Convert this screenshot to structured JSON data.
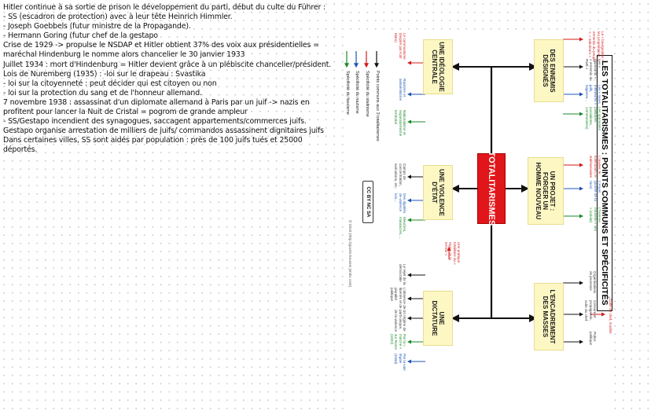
{
  "notes": [
    "Hitler continue à sa sortie de prison le développement du parti, début du culte du Führer :",
    "- SS (escadron  de protection) avec à leur tête Heinrich Himmler.",
    "- Joseph Goebbels (futur ministre de la Propagande).",
    "-  Hermann Goring (futur chef de la gestapo",
    "Crise de 1929 -> propulse le NSDAP et Hitler obtient 37% des voix aux présidentielles =",
    "maréchal Hindenburg le nomme alors chancelier le 30 janvier 1933",
    "Juillet 1934 : mort d'Hindenburg = Hitler devient grâce à un plébiscite chancelier/président.",
    "Lois de Nuremberg (1935) : -loi sur le drapeau : Svastika",
    " - loi sur la citoyenneté : peut décider qui est citoyen ou non",
    " - loi sur la protection du sang et de l'honneur allemand.",
    "7 novembre 1938 : assassinat d'un diplomate allemand à Paris par un juif -> nazis en",
    "profitent pour lancer la Nuit de Cristal = pogrom de grande ampleur",
    "- SS/Gestapo incendient des synagogues, saccagent appartements/commerces juifs.",
    "Gestapo organise arrestation de milliers de juifs/ commandos assassinent dignitaires juifs",
    "Dans certaines villes, SS sont aidés par population : près de 100 juifs tués et 25000",
    "déportés."
  ],
  "mindmap": {
    "title": "LES TOTALITARISMES : POINTS COMMUNS ET SPÉCIFICITÉS",
    "center": "TOTALITARISMES",
    "boxes": {
      "ideologie": "UNE IDÉOLOGIE CENTRALE",
      "ennemis": "DES ENNEMIS DÉSIGNÉS",
      "violence": "UNE VIOLENCE D'ÉTAT",
      "homme": "UN PROJET : FORGER UN HOMME NOUVEAU",
      "dictature": "UNE DICTATURE",
      "encadrement": "L'ENCADREMENT DES MASSES"
    },
    "legend": {
      "common": "Points communs aux 3 totalitarismes",
      "stalinism": "Spécificité du stalinisme",
      "nazism": "Spécificité du nazisme",
      "fascism": "Spécificité du fascisme"
    },
    "colors": {
      "common": "#111111",
      "stalinism": "#d51a1a",
      "nazism": "#1f54b5",
      "fascism": "#1a8a2a",
      "center": "#e0161b",
      "box": "#fdf7c3"
    },
    "leaves": {
      "ideo_red": "Le communisme (inspiré par Karl Marx)",
      "ideo_blue": "Racisme et antisémitisme",
      "ideo_green": "Nationalisme et expansionnisme territorial",
      "enn_red": "La « bourgeoisie » les propriétaires, « ennemis du peuple », « saboteurs »",
      "enn_black": "Les « opposants » ; « ennemis du Parti »",
      "enn_blue": "Les « races inférieures » juifs, tsiganes...",
      "enn_green": "Les opposants politiques (socialistes, communistes)",
      "vio_black": "Camps de concentration, exécutions, etc.",
      "vio_blue": "Des dignités de violence lors...",
      "vio_green": "Meurtres, massacres, ...",
      "hom_red": "L'ouvrier, le kolkhozien, le stakhanoviste",
      "hom_blue": "L'Aryen (pureté de la race)",
      "hom_green": "L'homme nouveau « viril » (soldat)",
      "dic_red": "Une pratique totalitaire du « règne de la terreur »",
      "dic_black1": "Le rejet de la démocratie",
      "dic_black2": "L'absence de libertés et de pluralité politique",
      "dic_black3": "Un régime de parti unique, de la violence",
      "dic_green": "Par la « marche » sur Rome (1922)",
      "dic_blue": "Par la voie légale (1933)",
      "enc_black1": "Organisations de jeunesse",
      "enc_black2": "Censure et propagande, culte du chef",
      "enc_black3": "Police politique",
      "enc_red": "Culte du chef, modèle"
    },
    "copyright": "© 2018 (http://jpaolo-bouvier.jimdo.com)",
    "cc_badge": "CC BY NC SA"
  }
}
